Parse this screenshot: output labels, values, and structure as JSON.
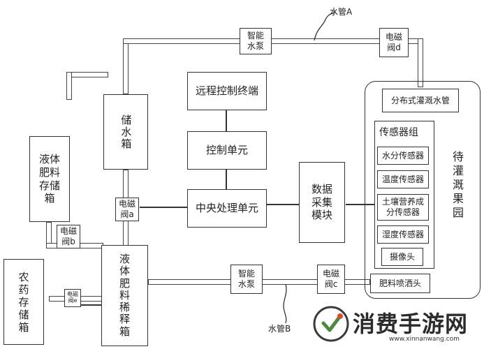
{
  "diagram": {
    "remote_terminal": "远程控制终端",
    "control_unit": "控制单元",
    "cpu_unit": "中央处理单元",
    "data_module": "数据采集模块",
    "water_tank": "储水箱",
    "liquid_fert_storage": "液体肥料存储箱",
    "pesticide_storage": "农药存储箱",
    "dilution_tank": "液体肥料稀释箱",
    "pump_top": "智能水泵",
    "pump_bottom": "智能水泵",
    "valve_a": "电磁阀a",
    "valve_b": "电磁阀b",
    "valve_c": "电磁阀c",
    "valve_d": "电磁阀d",
    "valve_e": "电磁阀e",
    "orchard": {
      "pipe_label": "分布式灌溉水管",
      "sensor_group_title": "传感器组",
      "sensors": [
        "水分传感器",
        "温度传感器",
        "土壤营养成分传感器",
        "湿度传感器",
        "摄像头"
      ],
      "side_label": "待灌溉果园",
      "sprayer": "肥料喷洒头"
    },
    "pipe_a": "水管A",
    "pipe_b": "水管B"
  },
  "watermark": {
    "text": "消费手游网",
    "url": "www.xinnanwang.com",
    "brand_color": "#4a8a3a"
  }
}
